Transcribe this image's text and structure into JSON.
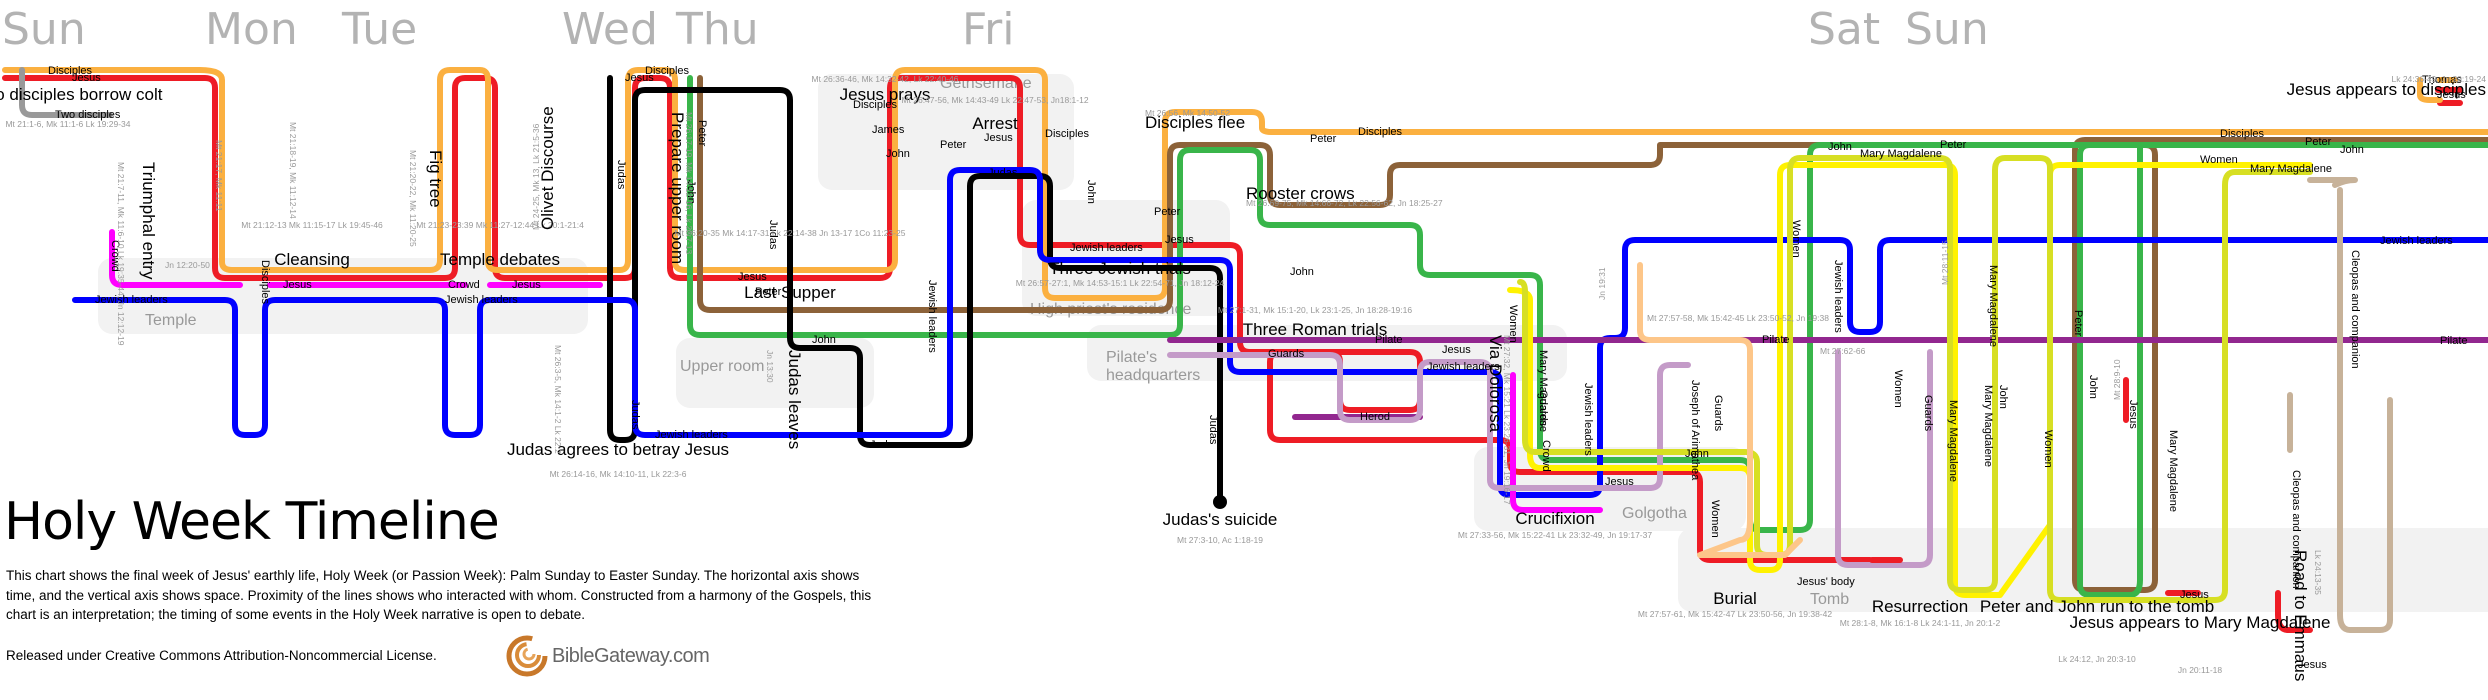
{
  "title": "Holy Week Timeline",
  "description": "This chart shows the final week of Jesus' earthly life, Holy Week (or Passion Week): Palm Sunday to Easter Sunday. The horizontal axis shows time, and the vertical axis shows space. Proximity of the lines shows who interacted with whom. Constructed from a harmony of the Gospels, this chart is an interpretation; the timing of some events in the Holy Week narrative is open to debate.",
  "license": "Released under Creative Commons Attribution-Noncommercial License.",
  "logo": {
    "text": "BibleGateway.com",
    "icon": "biblegateway-swirl-icon"
  },
  "colors": {
    "Jesus": "#ee1c25",
    "Disciples": "#fbb040",
    "Peter": "#8c6239",
    "John": "#39b54a",
    "Judas": "#000000",
    "Jewish leaders": "#0000ff",
    "Crowd": "#ff00ff",
    "Pilate": "#92278f",
    "Guards": "#c49bc8",
    "Herod": "#92278f",
    "Women": "#fff200",
    "Mary Magdalene": "#d7df23",
    "Joseph of Arimathea": "#fdc689",
    "Cleopas and companion": "#c7b299",
    "Thomas": "#fbb040",
    "place_box": "#f2f2f2",
    "day_label": "#b3b3b3"
  },
  "chart_data": {
    "type": "storyline",
    "xlabel": "time",
    "ylabel": "space",
    "days": [
      "Sun",
      "Mon",
      "Tue",
      "Wed",
      "Thu",
      "Fri",
      "Sat",
      "Sun"
    ],
    "places": [
      "Temple",
      "Upper room",
      "Gethsemane",
      "High priest's residence",
      "Pilate's headquarters",
      "Golgotha",
      "Tomb"
    ],
    "characters": [
      "Jesus",
      "Disciples",
      "Two disciples",
      "Peter",
      "John",
      "James",
      "Judas",
      "Jewish leaders",
      "Crowd",
      "Pilate",
      "Guards",
      "Herod",
      "Women",
      "Mary Magdalene",
      "Joseph of Arimathea",
      "Cleopas and companion",
      "Thomas",
      "Jesus' body"
    ],
    "events": [
      {
        "name": "Two disciples borrow colt",
        "ref": "Mt 21:1-6, Mk 11:1-6 Lk 19:29-34"
      },
      {
        "name": "Triumphal entry",
        "ref": "Mt 21:7-11, Mk 11:6-10 Lk 19:35-44, Jn 12:12-19"
      },
      {
        "name": "",
        "ref": "Jn 12:20-50"
      },
      {
        "name": "",
        "ref": "Mt 21:17, Mk 11:11"
      },
      {
        "name": "",
        "ref": "Mt 21:18-19, Mk 11:12-14"
      },
      {
        "name": "Cleansing",
        "ref": "Mt 21:12-13 Mk 11:15-17 Lk 19:45-46"
      },
      {
        "name": "Fig tree",
        "ref": "Mt 21:20-22, Mk 11:20-25"
      },
      {
        "name": "Temple debates",
        "ref": "Mt 21:23-23:39 Mk 11:27-12:44 Lk 20:1-21:4"
      },
      {
        "name": "Olivet Discourse",
        "ref": "Mt 24-25, Mk 13, Lk 21:5-36"
      },
      {
        "name": "Judas agrees to betray Jesus",
        "ref": "Mt 26:14-16, Mk 14:10-11, Lk 22:3-6"
      },
      {
        "name": "",
        "ref": "Mt 26:3-5, Mk 14:1-2 Lk 22:2"
      },
      {
        "name": "Prepare upper room",
        "ref": "Mt 26:17-19, Mk 14:12-16, Lk 22:7-13"
      },
      {
        "name": "Last Supper",
        "ref": "Mt 26:20-35 Mk 14:17-31 Lk 22:14-38 Jn 13-17 1Co 11:23-25"
      },
      {
        "name": "Judas leaves",
        "ref": "Jn 13:30"
      },
      {
        "name": "Jesus prays",
        "ref": "Mt 26:36-46, Mk 14:32-42, Lk 22:40-46"
      },
      {
        "name": "Arrest",
        "ref": "Mt 26:47-56, Mk 14:43-49 Lk 22:47-53, Jn18:1-12"
      },
      {
        "name": "Disciples flee",
        "ref": "Mt 26:56, Mk 14:50-52"
      },
      {
        "name": "Three Jewish trials",
        "ref": "Mt 26:57-27:1, Mk 14:53-15:1 Lk 22:54-71, Jn 18:12-24"
      },
      {
        "name": "Rooster crows",
        "ref": "Mt 26:69-75, Mk 14:66-72, Lk 22:56-62, Jn 18:25-27"
      },
      {
        "name": "Three Roman trials",
        "ref": "Mt 27:1-31, Mk 15:1-20, Lk 23:1-25, Jn 18:28-19:16"
      },
      {
        "name": "Judas's suicide",
        "ref": "Mt 27:3-10, Ac 1:18-19"
      },
      {
        "name": "Via Dolorosa",
        "ref": "Mt 27:32, Mk 15:21 Lk 23:26-31, Jn 19:16-17"
      },
      {
        "name": "Crucifixion",
        "ref": "Mt 27:33-56, Mk 15:22-41 Lk 23:32-49, Jn 19:17-37"
      },
      {
        "name": "",
        "ref": "Jn 19:31"
      },
      {
        "name": "",
        "ref": "Mt 27:57-58, Mk 15:42-45 Lk 23:50-52, Jn 19:38"
      },
      {
        "name": "Burial",
        "ref": "Mt 27:57-61, Mk 15:42-47 Lk 23:50-56, Jn 19:38-42"
      },
      {
        "name": "",
        "ref": "Mt 27:62-66"
      },
      {
        "name": "Resurrection",
        "ref": "Mt 28:1-8, Mk 16:1-8 Lk 24:1-11, Jn 20:1-2"
      },
      {
        "name": "",
        "ref": "Mt 28:11-15"
      },
      {
        "name": "",
        "ref": "Mt 28:9-10"
      },
      {
        "name": "Peter and John run to the tomb",
        "ref": "Lk 24:12, Jn 20:3-10"
      },
      {
        "name": "Jesus appears to Mary Magdalene",
        "ref": "Jn 20:11-18"
      },
      {
        "name": "Road to Emmaus",
        "ref": "Lk 24:13-35"
      },
      {
        "name": "Jesus appears to disciples",
        "ref": "Lk 24:36-49, Jn 20:19-24"
      }
    ]
  }
}
